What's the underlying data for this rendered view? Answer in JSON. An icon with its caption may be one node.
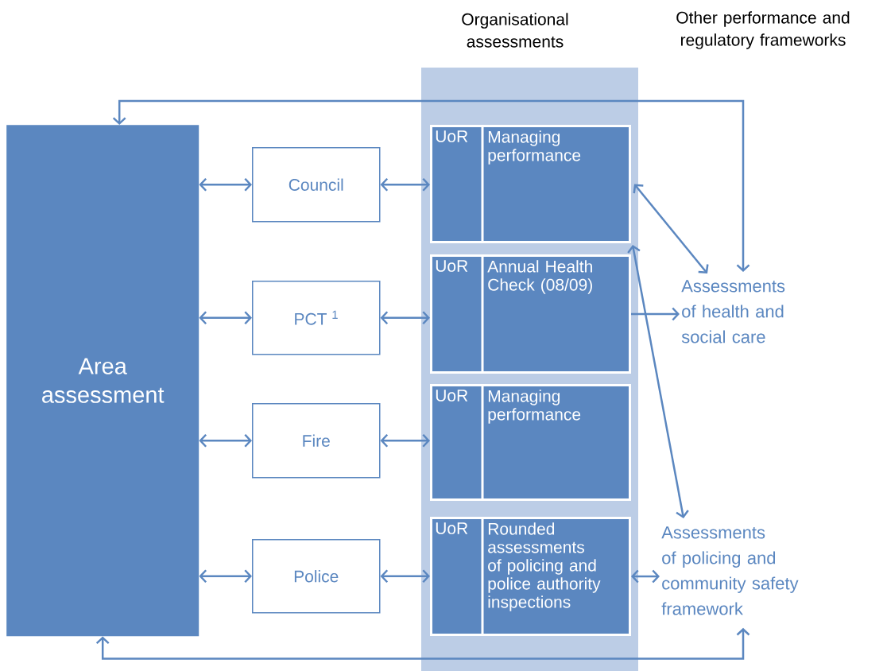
{
  "diagram": {
    "nodes": [
      {
        "text": [
          "Area assessment"
        ]
      },
      {
        "text": [
          "Council"
        ]
      },
      {
        "text": [
          "PCT $^{1}$"
        ]
      },
      {
        "text": [
          "Fire"
        ]
      },
      {
        "text": [
          "Police"
        ]
      },
      {
        "text": [
          "Organisational assessments"
        ]
      },
      {
        "text": [
          "UoR",
          "Managing performance"
        ],
        "in": 5
      },
      {
        "text": [
          "UoR",
          "Annual Health Check (08/09)"
        ],
        "in": 5
      },
      {
        "text": [
          "UoR",
          "Managing performance"
        ],
        "in": 5
      },
      {
        "text": [
          "UoR",
          "Rounded assessments of policing and police authority inspections"
        ],
        "in": 5
      },
      {
        "text": [
          "Assessments of health and social care"
        ]
      },
      {
        "text": [
          "Assessments of policing and community safety framework"
        ]
      }
    ],
    "edges": [
      {
        "from": 0,
        "to": 1,
        "arrow": "both"
      },
      {
        "from": 0,
        "to": 2,
        "arrow": "both"
      },
      {
        "from": 0,
        "to": 3,
        "arrow": "both"
      },
      {
        "from": 0,
        "to": 4,
        "arrow": "both"
      },
      {
        "from": 1,
        "to": 6,
        "arrow": "both"
      },
      {
        "from": 2,
        "to": 7,
        "arrow": "both"
      },
      {
        "from": 3,
        "to": 8,
        "arrow": "both"
      },
      {
        "from": 4,
        "to": 9,
        "arrow": "both"
      },
      {
        "from": 6,
        "to": 10,
        "arrow": "both"
      },
      {
        "from": 7,
        "to": 10,
        "arrow": "to"
      },
      {
        "from": 0,
        "to": 10,
        "arrow": "both"
      },
      {
        "from": 6,
        "to": 11,
        "arrow": "both"
      },
      {
        "from": 9,
        "to": 11,
        "arrow": "both"
      },
      {
        "from": 0,
        "to": 11,
        "arrow": "both"
      }
    ],
    "labels": [
      "Other performance and regulatory frameworks"
    ]
  }
}
